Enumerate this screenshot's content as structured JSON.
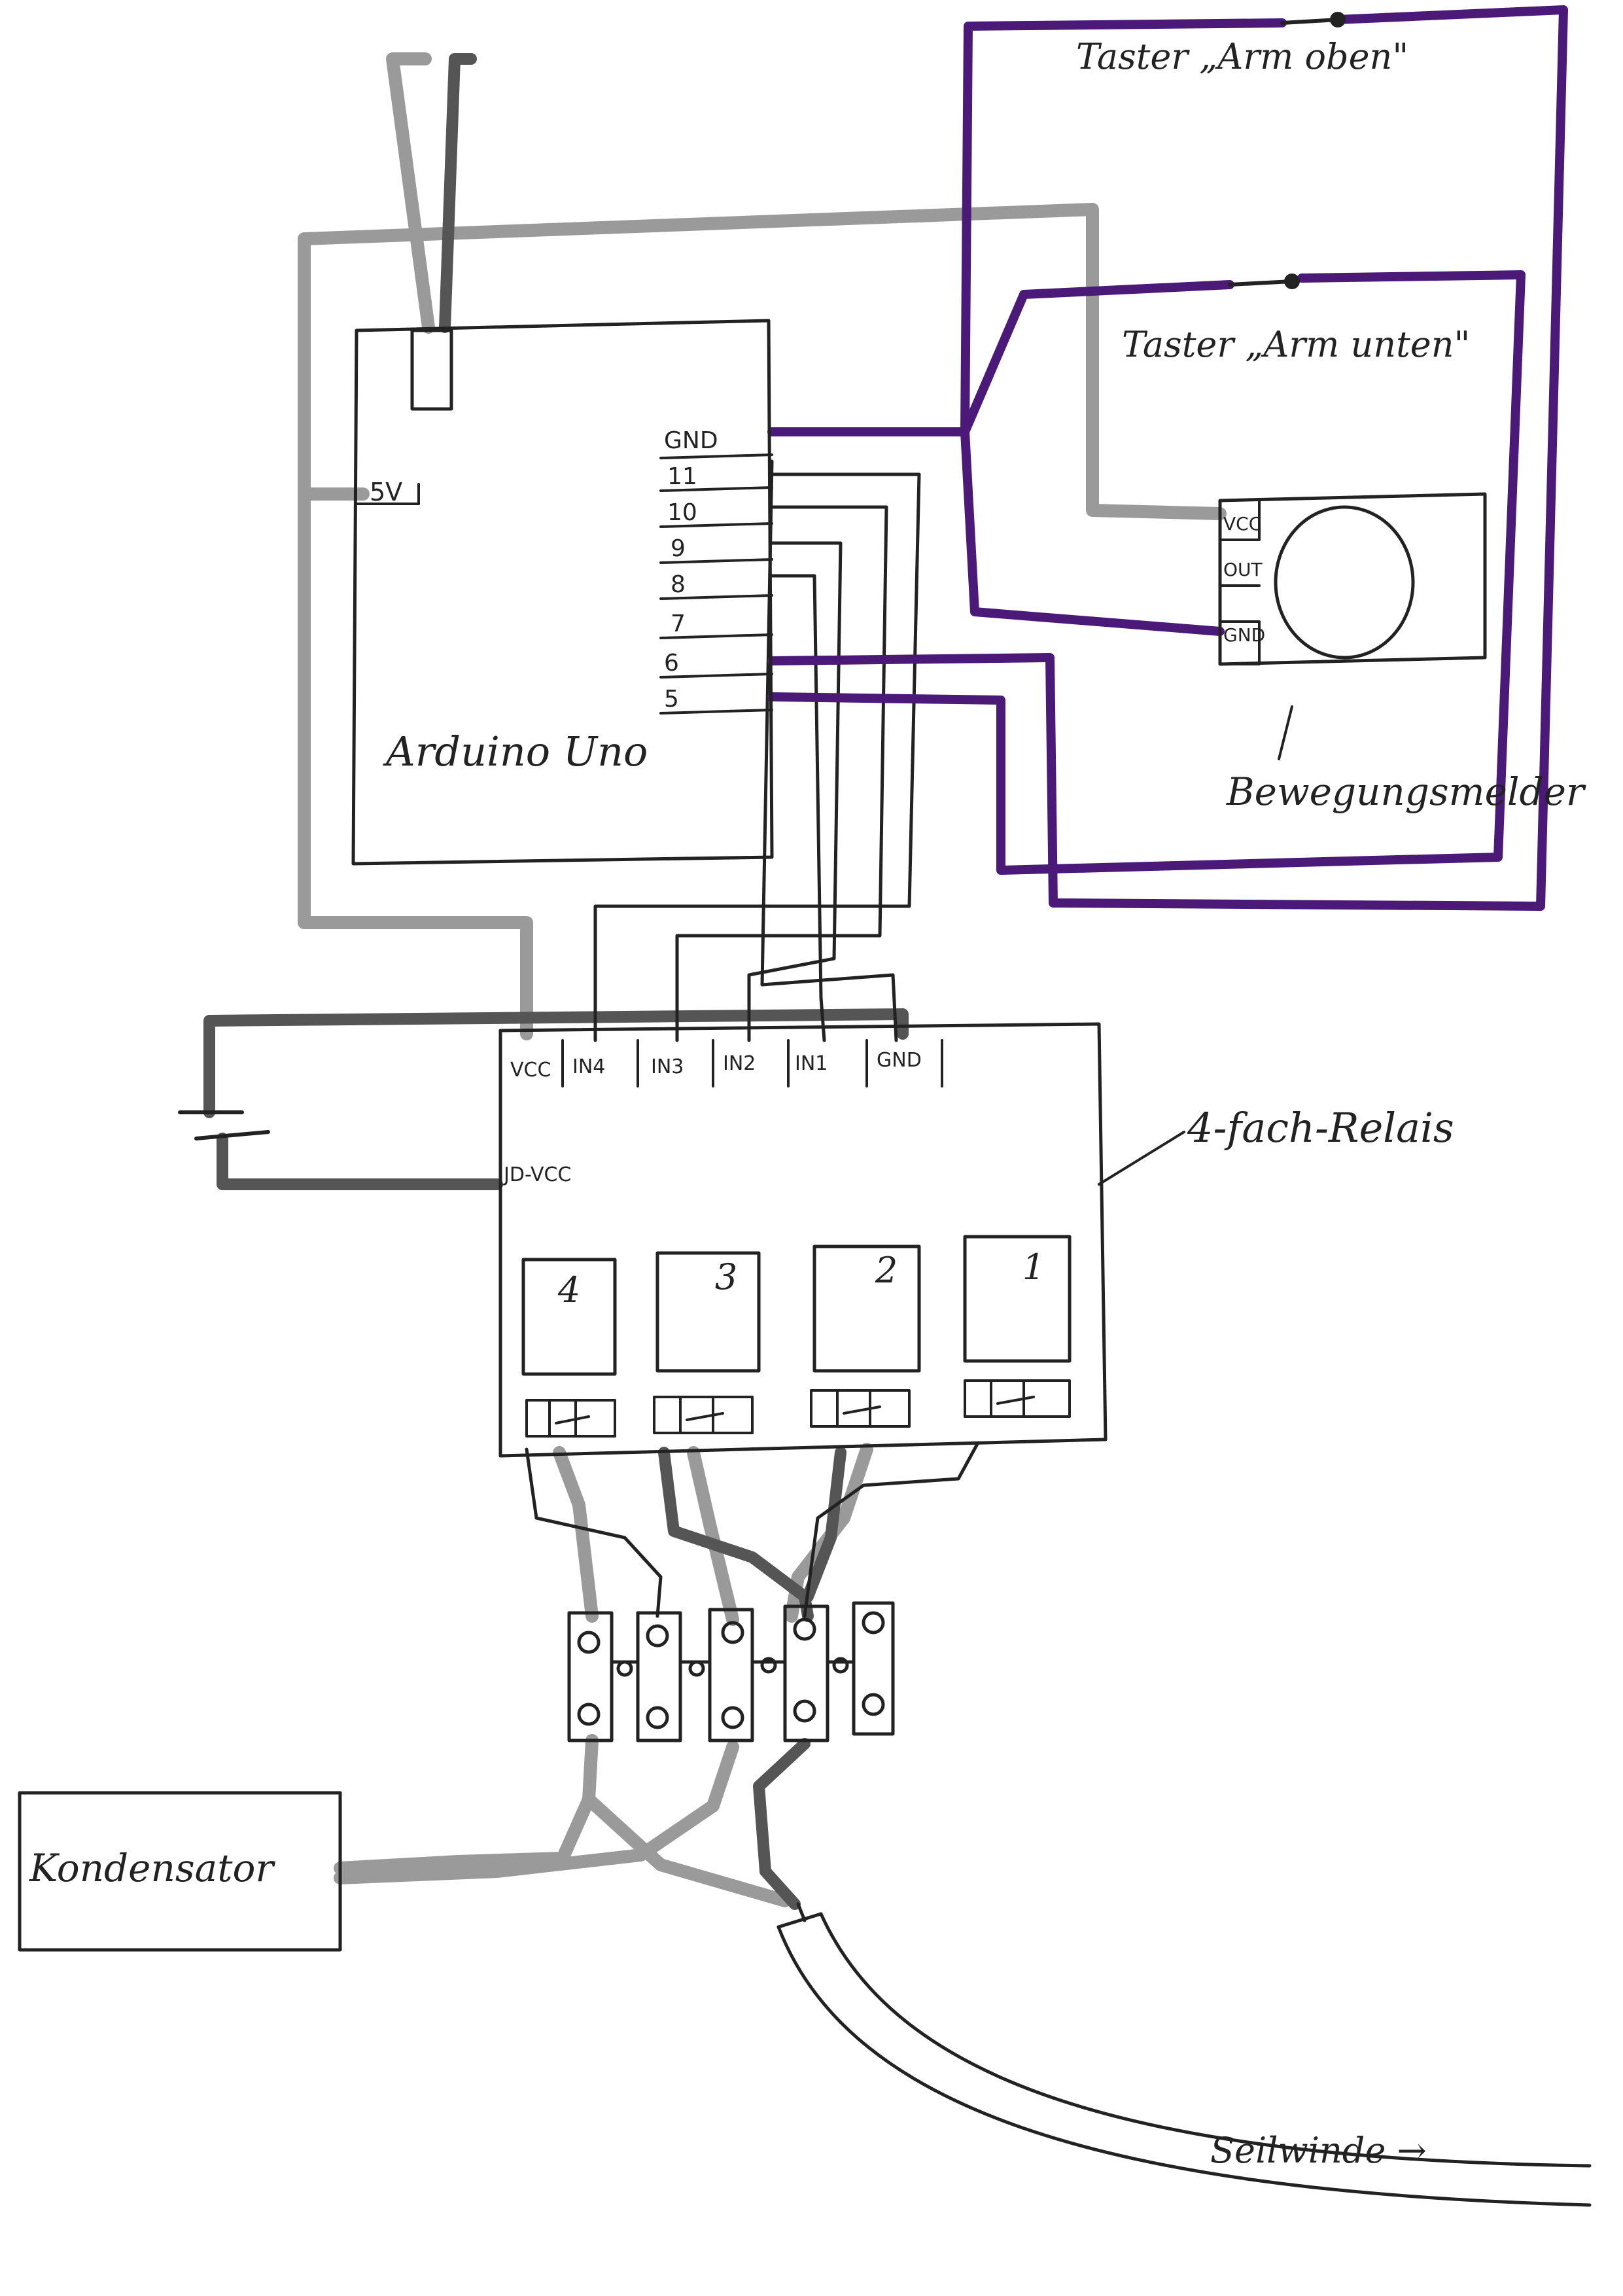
{
  "colors": {
    "ink": "#222222",
    "gray_wire": "#9a9a9a",
    "dark_gray_wire": "#555555",
    "purple_wire": "#4b1a78",
    "background": "#ffffff"
  },
  "arduino": {
    "label": "Arduino Uno",
    "pin_5v": "5V",
    "pins": [
      "GND",
      "11",
      "10",
      "9",
      "8",
      "7",
      "6",
      "5"
    ]
  },
  "buttons": {
    "top_label": "Taster „Arm oben\"",
    "bottom_label": "Taster „Arm unten\""
  },
  "motion_sensor": {
    "label": "Bewegungsmelder",
    "pins": [
      "VCC",
      "OUT",
      "GND"
    ]
  },
  "relay": {
    "label": "4-fach-Relais",
    "header_pins": [
      "VCC",
      "IN4",
      "IN3",
      "IN2",
      "IN1",
      "GND"
    ],
    "jd_vcc": "JD-VCC",
    "channels": [
      "4",
      "3",
      "2",
      "1"
    ]
  },
  "capacitor": {
    "label": "Kondensator"
  },
  "winch": {
    "label": "Seilwinde →"
  }
}
